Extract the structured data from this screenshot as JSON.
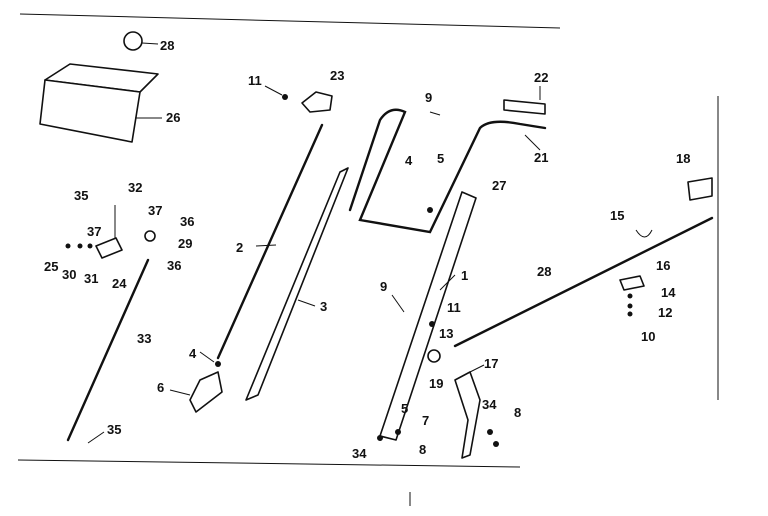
{
  "diagram": {
    "callouts": [
      "28",
      "26",
      "11",
      "23",
      "9",
      "22",
      "21",
      "4",
      "5",
      "27",
      "18",
      "15",
      "2",
      "3",
      "35",
      "32",
      "37",
      "36",
      "29",
      "25",
      "30",
      "31",
      "24",
      "1",
      "11",
      "28",
      "16",
      "14",
      "12",
      "10",
      "13",
      "19",
      "17",
      "33",
      "6",
      "7",
      "34",
      "8",
      "35",
      "34",
      "8",
      "37",
      "36",
      "4",
      "9",
      "5"
    ]
  }
}
